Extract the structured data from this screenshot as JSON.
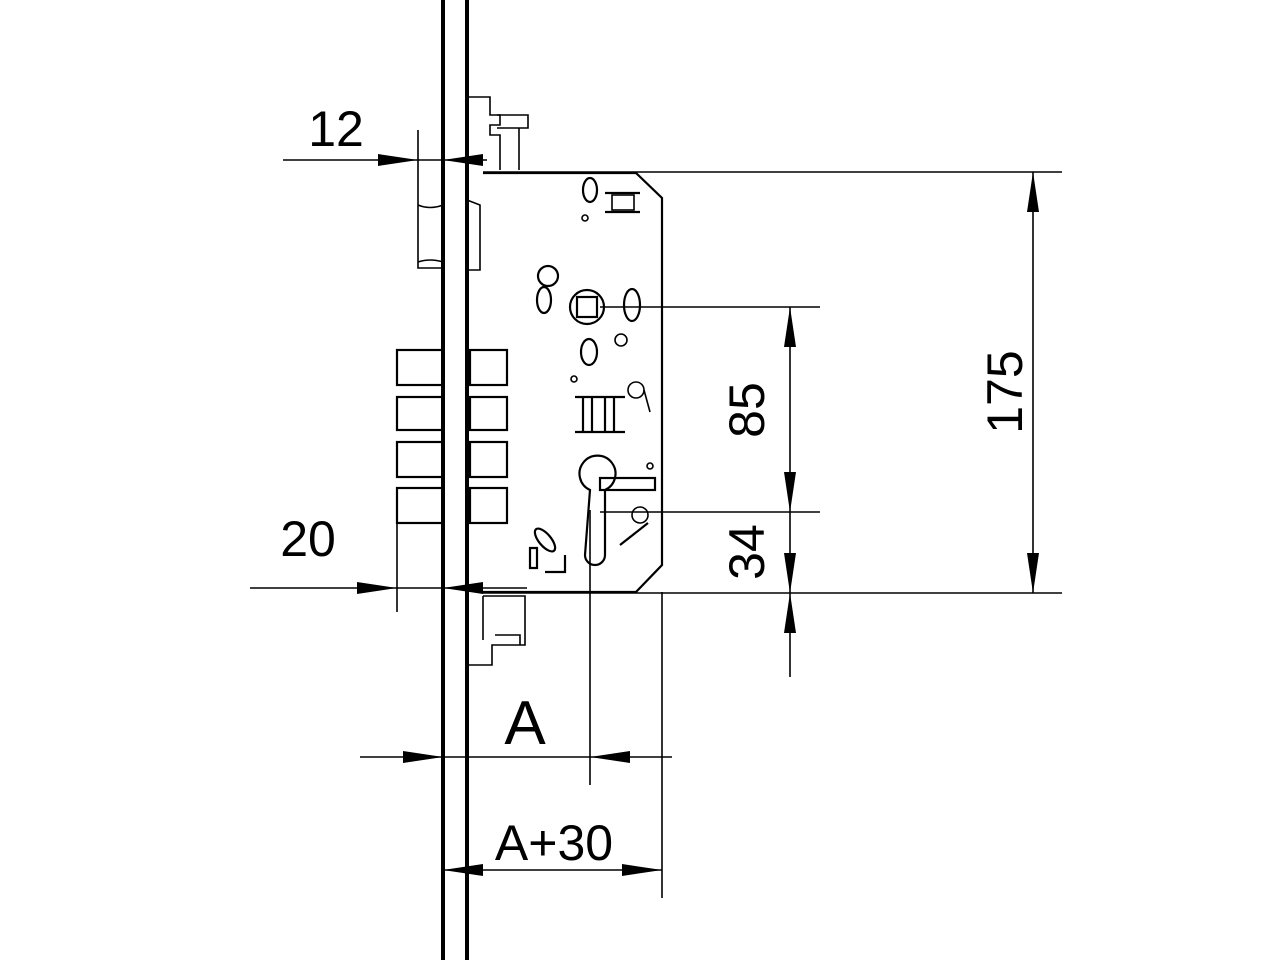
{
  "drawing": {
    "title": "Mortise lock dimension drawing",
    "dimensions": {
      "latch_offset": "12",
      "bolt_offset": "20",
      "handle_to_cylinder": "85",
      "cylinder_to_bottom": "34",
      "body_height": "175",
      "backset": "A",
      "body_depth": "A+30"
    },
    "line_color": "#000000",
    "background": "#ffffff"
  }
}
